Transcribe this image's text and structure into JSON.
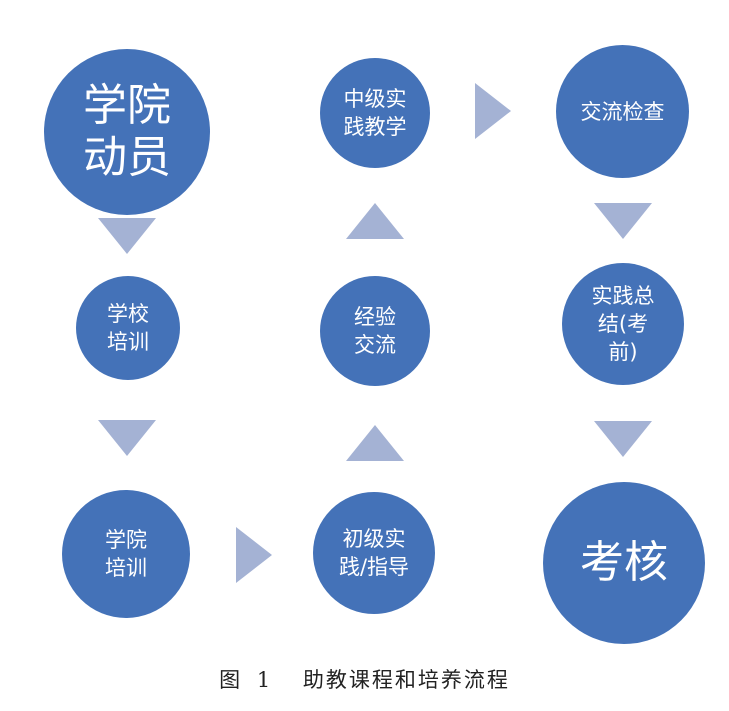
{
  "diagram": {
    "nodes": {
      "mobilize": "学院\n动员",
      "school_training": "学校\n培训",
      "college_training": "学院\n培训",
      "junior_practice": "初级实\n践/指导",
      "experience_exchange": "经验\n交流",
      "intermediate_practice": "中级实\n践教学",
      "exchange_inspection": "交流检查",
      "practice_summary": "实践总\n结(考\n前)",
      "assessment": "考核"
    },
    "colors": {
      "node": "#4472b8",
      "arrow": "#a4b2d4",
      "text": "#ffffff"
    }
  },
  "caption": {
    "label": "图",
    "number": "1",
    "title": "助教课程和培养流程"
  }
}
